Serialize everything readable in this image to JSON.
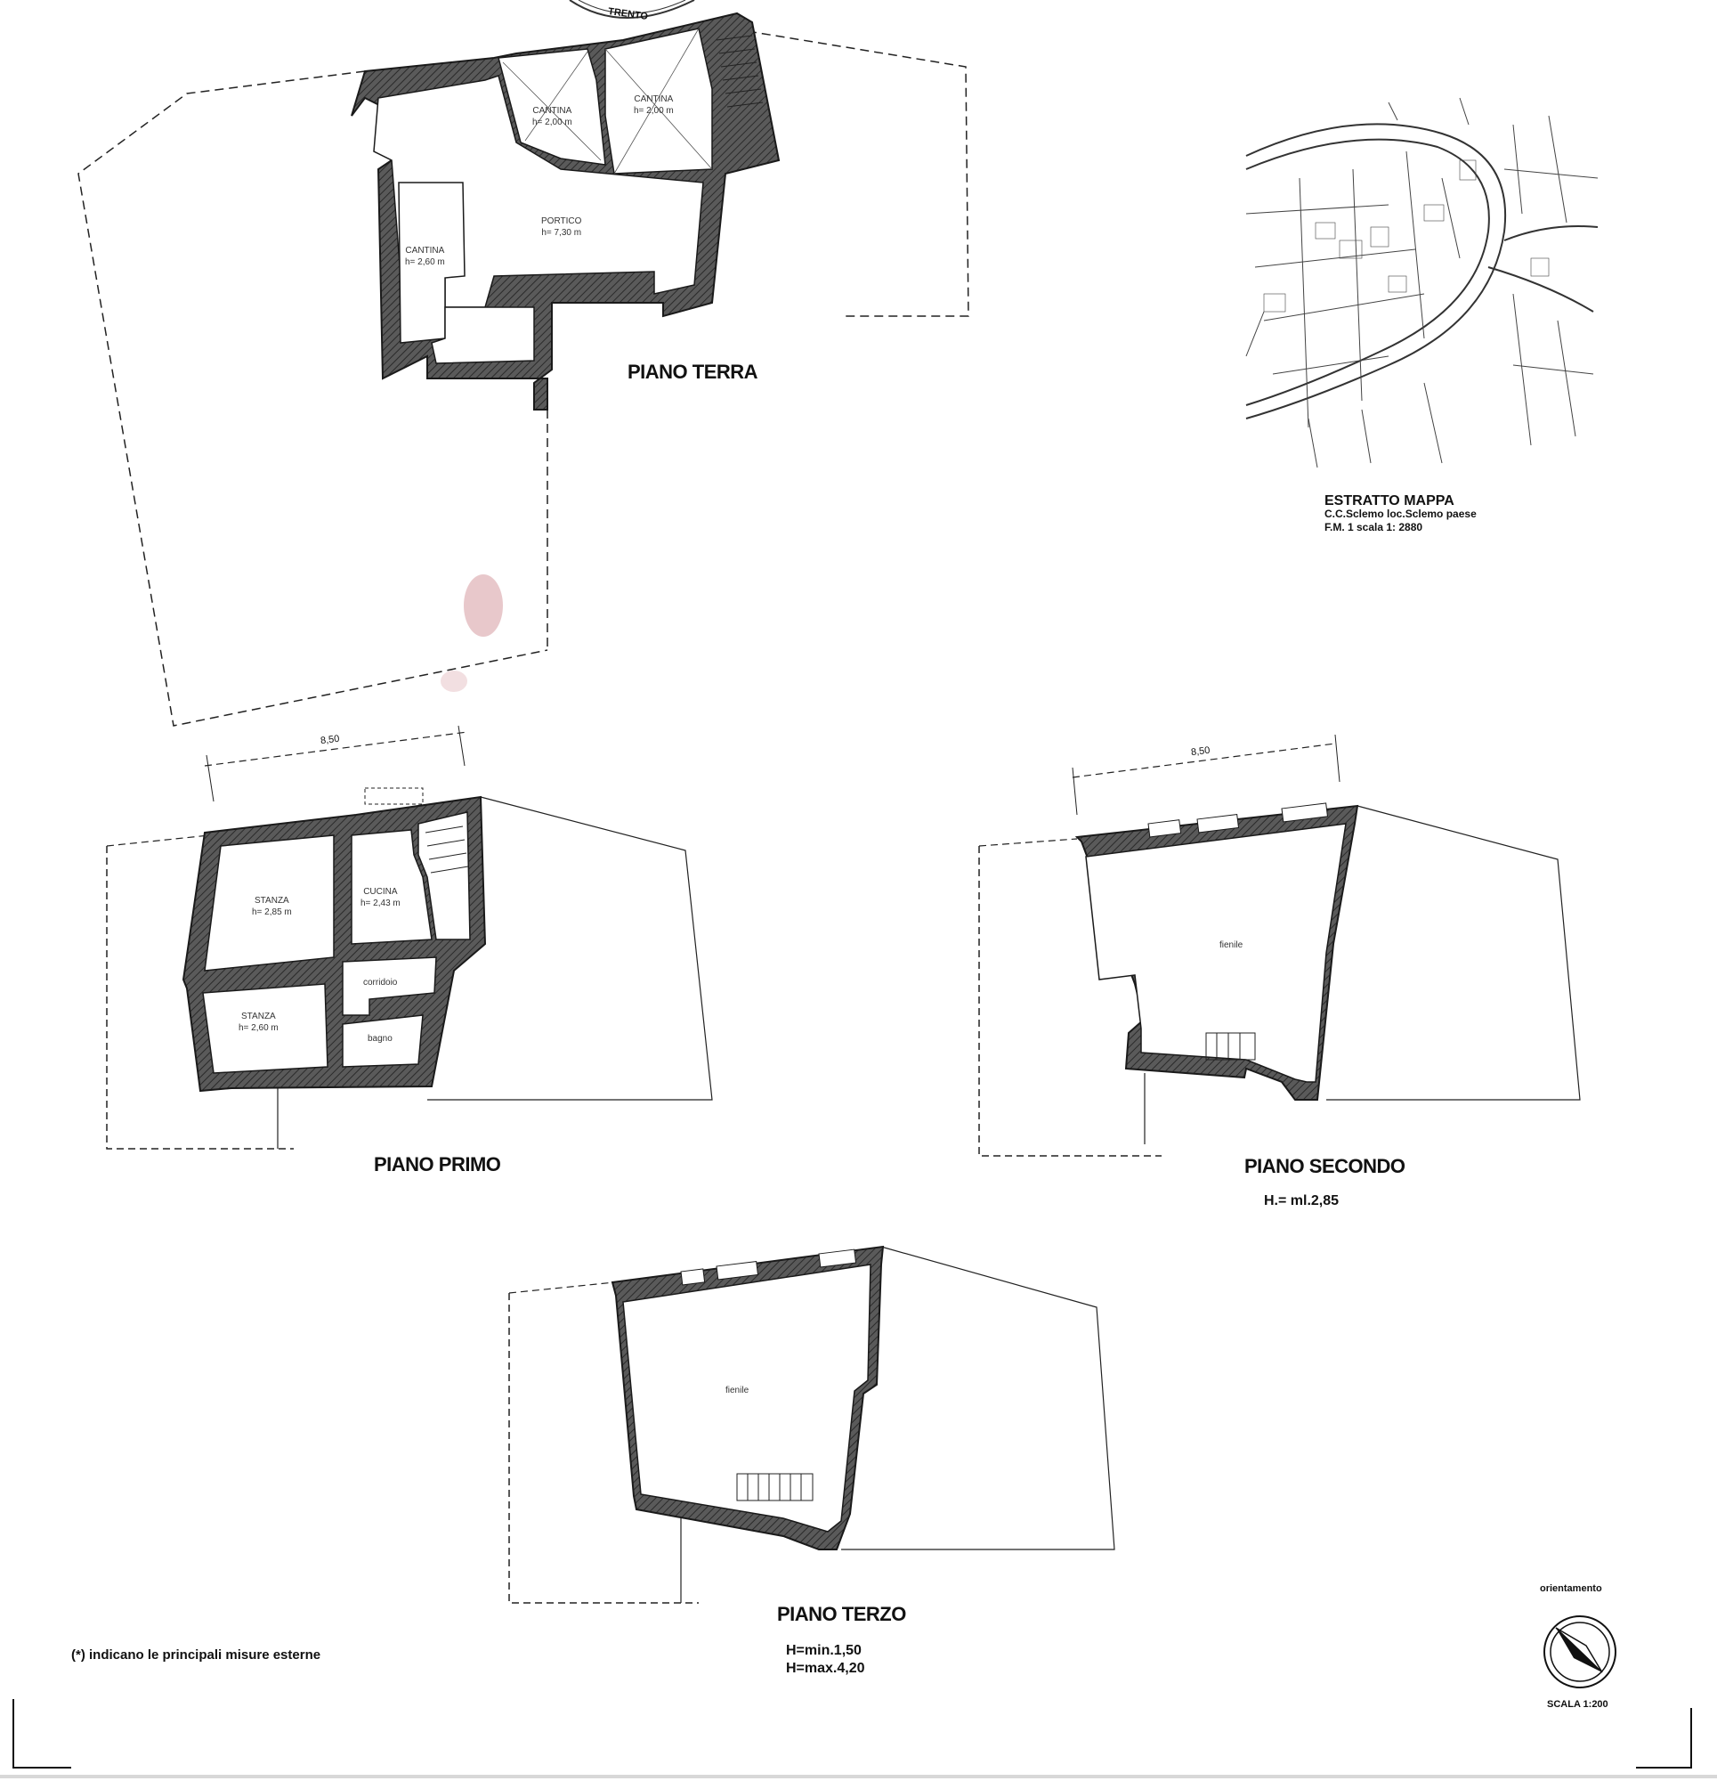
{
  "stamp": {
    "text": "TRENTO"
  },
  "plans": {
    "ground": {
      "title": "PIANO TERRA",
      "rooms": [
        {
          "name": "CANTINA",
          "height": "h= 2,00 m"
        },
        {
          "name": "CANTINA",
          "height": "h= 2,00 m"
        },
        {
          "name": "PORTICO",
          "height": "h= 7,30 m"
        },
        {
          "name": "CANTINA",
          "height": "h= 2,60 m"
        }
      ]
    },
    "first": {
      "title": "PIANO PRIMO",
      "dimension": "8,50",
      "rooms": [
        {
          "name": "STANZA",
          "height": "h= 2,85 m"
        },
        {
          "name": "CUCINA",
          "height": "h= 2,43 m"
        },
        {
          "name": "STANZA",
          "height": "h= 2,60 m"
        },
        {
          "name": "corridoio",
          "height": ""
        },
        {
          "name": "bagno",
          "height": ""
        }
      ]
    },
    "second": {
      "title": "PIANO SECONDO",
      "dimension": "8,50",
      "height_note": "H.= ml.2,85",
      "room": "fienile"
    },
    "third": {
      "title": "PIANO TERZO",
      "height_min": "H=min.1,50",
      "height_max": "H=max.4,20",
      "room": "fienile"
    }
  },
  "map_extract": {
    "title": "ESTRATTO MAPPA",
    "line1": "C.C.Sclemo  loc.Sclemo  paese",
    "line2": "F.M. 1          scala  1: 2880"
  },
  "orientation": {
    "label": "orientamento",
    "scale": "SCALA 1:200"
  },
  "footnote": "(*) indicano le principali misure esterne",
  "colors": {
    "line": "#1a1a1a",
    "wall_fill": "#4a4a4a",
    "stain": "#d9a3a8"
  }
}
